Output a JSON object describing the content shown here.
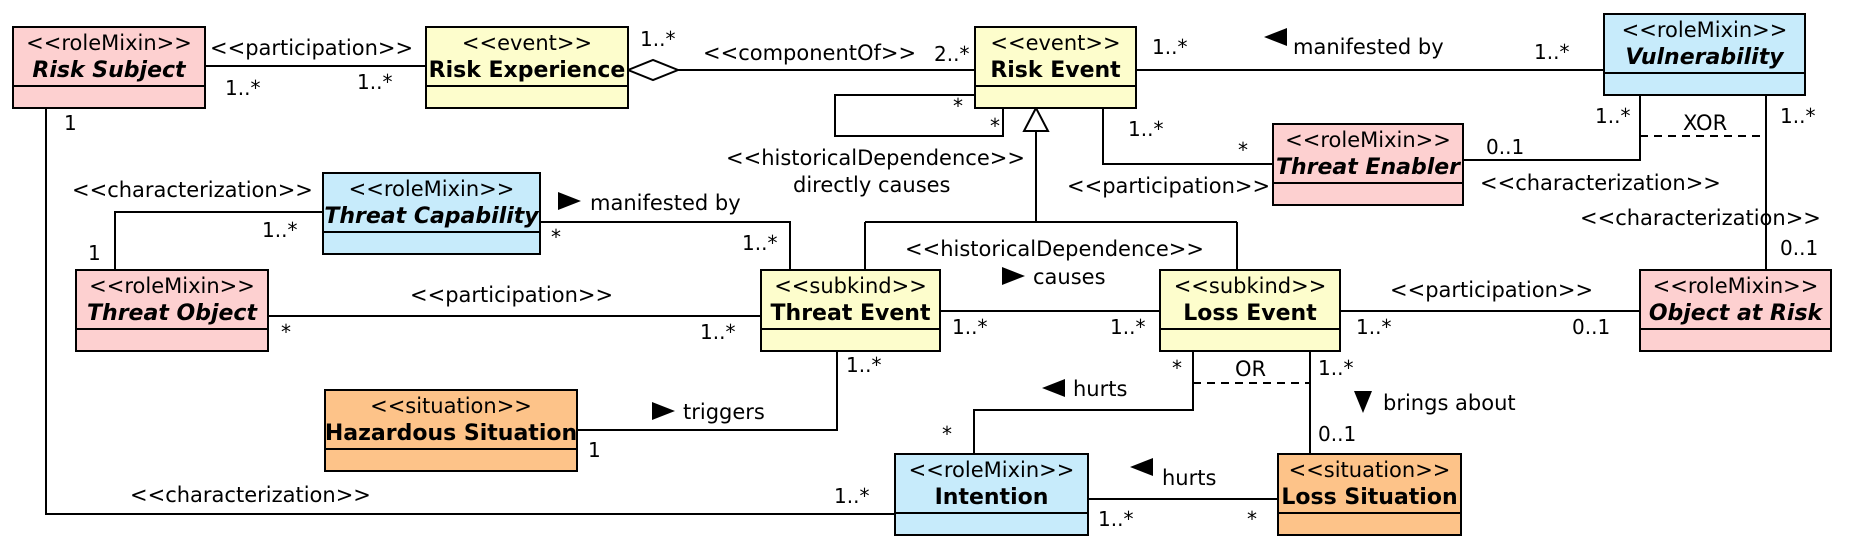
{
  "colors": {
    "event": "#fdfdcc",
    "roleMixin_pink": "#fdd0d0",
    "roleMixin_blue": "#c7ebfb",
    "situation": "#fdc389",
    "stroke": "#000000"
  },
  "classes": {
    "risk_subject": {
      "stereotype": "<<roleMixin>>",
      "name": "Risk Subject"
    },
    "risk_experience": {
      "stereotype": "<<event>>",
      "name": "Risk Experience"
    },
    "risk_event": {
      "stereotype": "<<event>>",
      "name": "Risk Event"
    },
    "vulnerability": {
      "stereotype": "<<roleMixin>>",
      "name": "Vulnerability"
    },
    "threat_enabler": {
      "stereotype": "<<roleMixin>>",
      "name": "Threat Enabler"
    },
    "threat_capability": {
      "stereotype": "<<roleMixin>>",
      "name": "Threat Capability"
    },
    "threat_object": {
      "stereotype": "<<roleMixin>>",
      "name": "Threat Object"
    },
    "threat_event": {
      "stereotype": "<<subkind>>",
      "name": "Threat Event"
    },
    "loss_event": {
      "stereotype": "<<subkind>>",
      "name": "Loss Event"
    },
    "object_at_risk": {
      "stereotype": "<<roleMixin>>",
      "name": "Object at Risk"
    },
    "hazardous_situation": {
      "stereotype": "<<situation>>",
      "name": "Hazardous Situation"
    },
    "intention": {
      "stereotype": "<<roleMixin>>",
      "name": "Intention"
    },
    "loss_situation": {
      "stereotype": "<<situation>>",
      "name": "Loss Situation"
    }
  },
  "labels": {
    "participation_top": "<<participation>>",
    "component_of": "<<componentOf>>",
    "manifested_by_top": "manifested by",
    "historical_dependence_1": "<<historicalDependence>>",
    "directly_causes": "directly causes",
    "characterization_left": "<<characterization>>",
    "manifested_by_mid": "manifested by",
    "participation_right_mid": "<<participation>>",
    "characterization_enabler": "<<characterization>>",
    "xor": "XOR",
    "characterization_vuln": "<<characterization>>",
    "historical_dependence_2": "<<historicalDependence>>",
    "causes": "causes",
    "participation_threat_object": "<<participation>>",
    "participation_object_at_risk": "<<participation>>",
    "or": "OR",
    "hurts_1": "hurts",
    "brings_about": "brings about",
    "triggers": "triggers",
    "hurts_2": "hurts",
    "characterization_bottom": "<<characterization>>"
  },
  "multiplicities": {
    "m1": "1..*",
    "m2": "1..*",
    "m3": "1..*",
    "m4": "2..*",
    "m5": "1..*",
    "m6": "1..*",
    "m7": "1",
    "m8": "*",
    "m9": "*",
    "m10": "1..*",
    "m11": "*",
    "m12": "0..1",
    "m13": "1..*",
    "m14": "1..*",
    "m15": "1..*",
    "m16": "1",
    "m17": "*",
    "m18": "1..*",
    "m19": "0..1",
    "m20": "*",
    "m21": "1..*",
    "m22": "1..*",
    "m23": "1..*",
    "m24": "1..*",
    "m25": "0..1",
    "m26": "1..*",
    "m27": "*",
    "m28": "1..*",
    "m29": "*",
    "m30": "0..1",
    "m31": "1",
    "m32": "1..*",
    "m33": "1..*",
    "m34": "*"
  }
}
